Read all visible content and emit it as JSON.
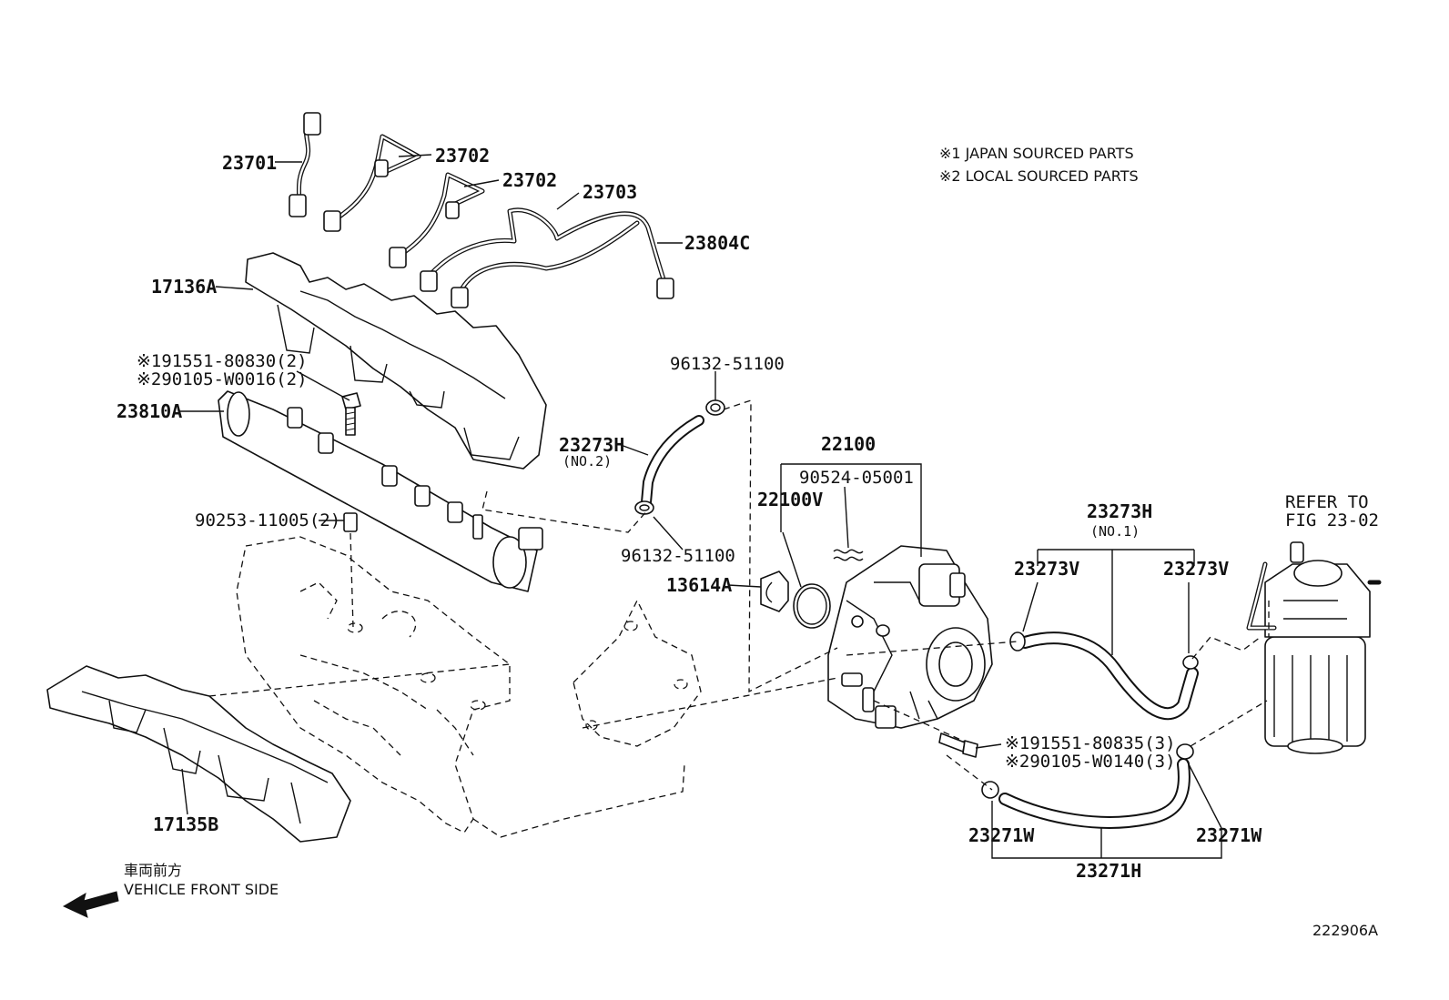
{
  "notes": {
    "note1": "※1 JAPAN SOURCED PARTS",
    "note2": "※2 LOCAL SOURCED PARTS"
  },
  "callouts": {
    "p23701": "23701",
    "p23702a": "23702",
    "p23702b": "23702",
    "p23703": "23703",
    "p23804C": "23804C",
    "p17136A": "17136A",
    "bolt1_a": "※191551-80830(2)",
    "bolt1_b": "※290105-W0016(2)",
    "p23810A": "23810A",
    "p96132_top": "96132-51100",
    "p23273H_no2": "23273H",
    "no2": "(NO.2)",
    "p96132_bot": "96132-51100",
    "p90253": "90253-11005(2)",
    "p22100": "22100",
    "p90524": "90524-05001",
    "p22100V": "22100V",
    "p13614A": "13614A",
    "p23273H_no1": "23273H",
    "no1": "(NO.1)",
    "p23273V_l": "23273V",
    "p23273V_r": "23273V",
    "refer_a": "REFER TO",
    "refer_b": "FIG 23-02",
    "bolt2_a": "※191551-80835(3)",
    "bolt2_b": "※290105-W0140(3)",
    "p23271W_l": "23271W",
    "p23271W_r": "23271W",
    "p23271H": "23271H",
    "p17135B": "17135B"
  },
  "direction": {
    "jp": "車両前方",
    "en": "VEHICLE FRONT SIDE"
  },
  "figure_id": "222906A"
}
